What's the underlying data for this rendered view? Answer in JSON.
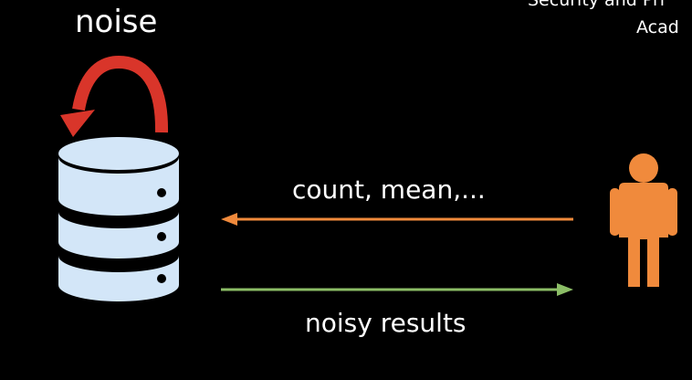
{
  "header": {
    "line1": "Security and Pri",
    "line2": "Acad"
  },
  "labels": {
    "noise": "noise",
    "query": "count, mean,...",
    "results": "noisy results"
  },
  "colors": {
    "background": "#000000",
    "noise_arrow": "#d9352a",
    "database": "#d3e6f8",
    "query_arrow": "#f08a3c",
    "result_arrow": "#8bbd66",
    "person": "#f08a3c",
    "text": "#ffffff"
  },
  "icons": {
    "database": "database-icon",
    "person": "person-icon",
    "loop_arrow": "curved-arrow-icon"
  }
}
